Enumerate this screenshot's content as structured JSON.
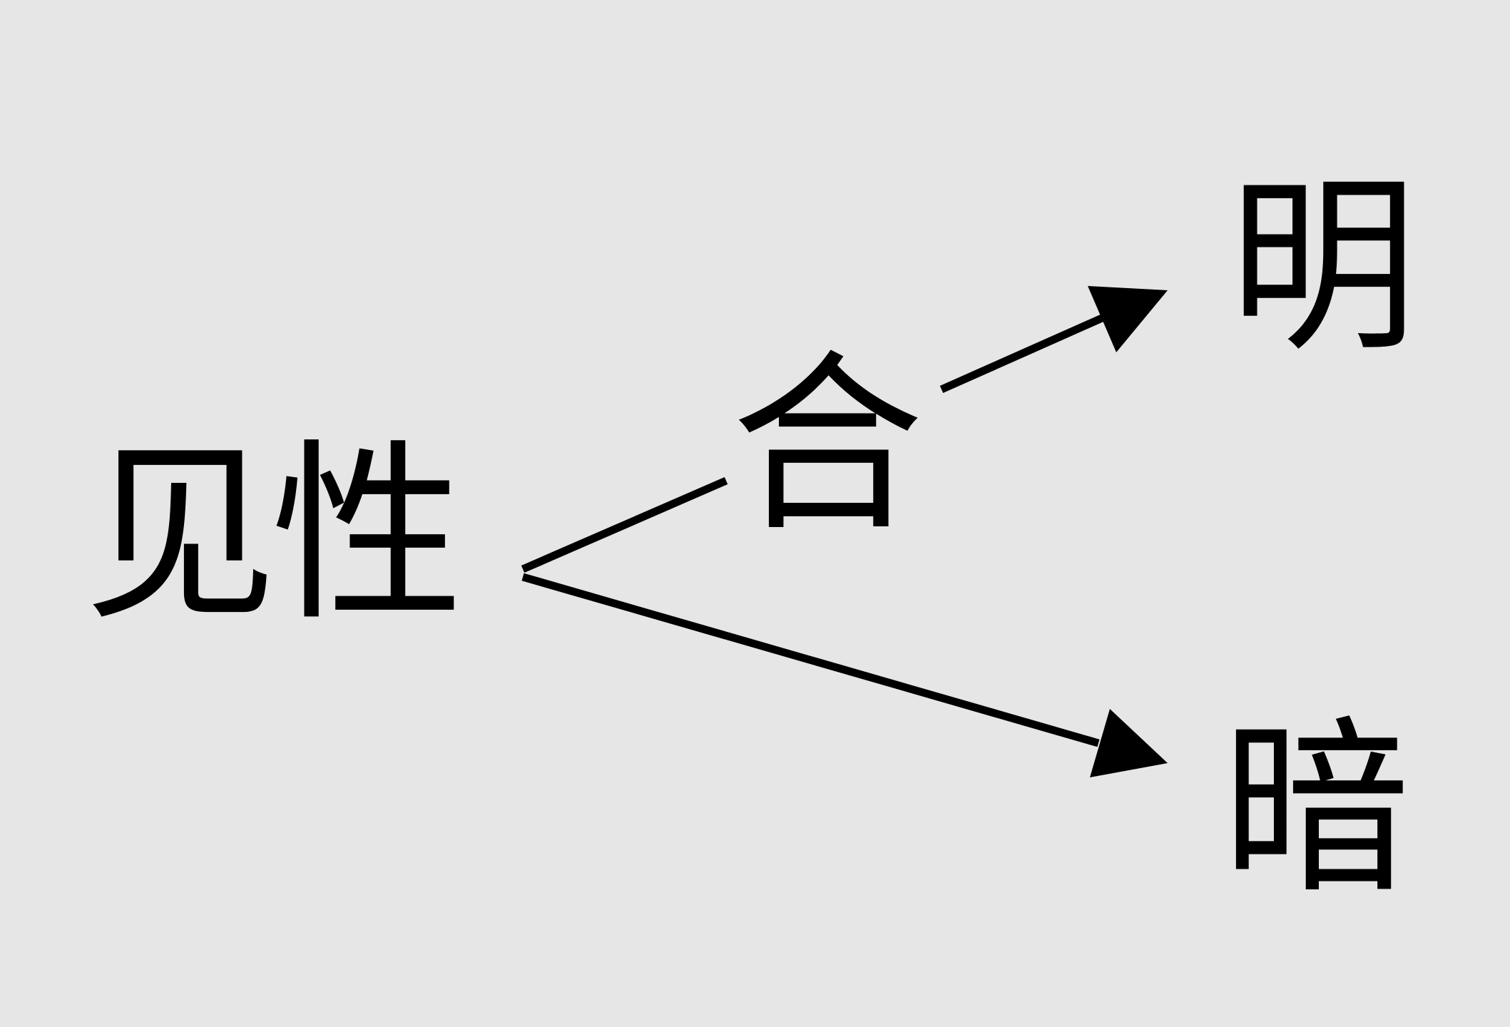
{
  "colors": {
    "background": "#e6e6e6",
    "ink": "#000000"
  },
  "diagram": {
    "source": "见性",
    "middle": "合",
    "target_top": "明",
    "target_bottom": "暗"
  }
}
